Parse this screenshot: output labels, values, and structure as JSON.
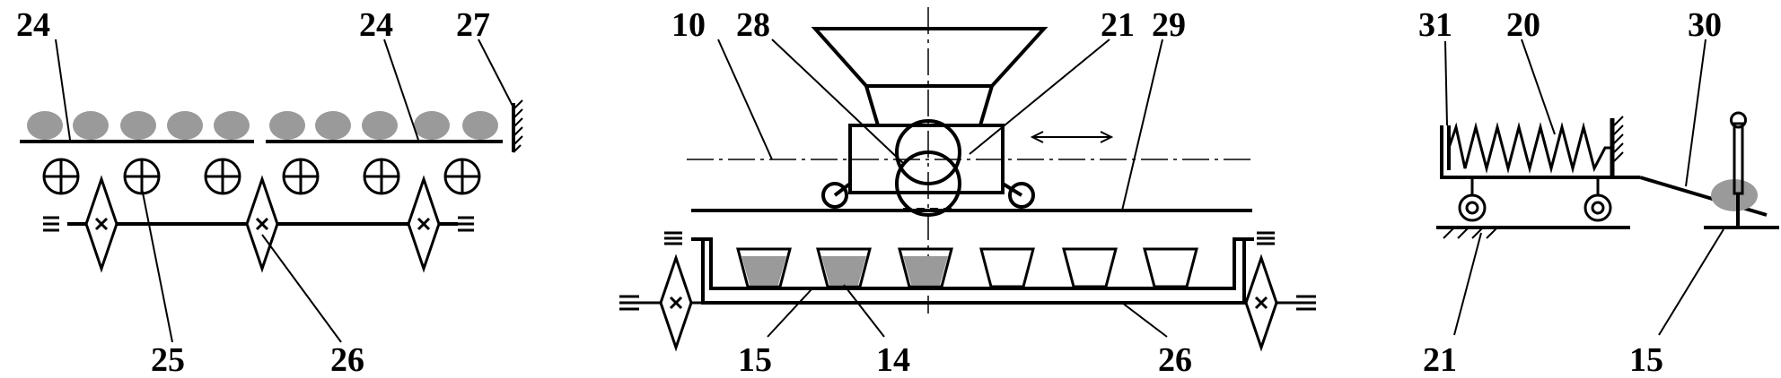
{
  "colors": {
    "line": "#000000",
    "fill": "#9a9a9a",
    "background": "#ffffff"
  },
  "labels": {
    "left_24a": "24",
    "left_24b": "24",
    "left_27": "27",
    "left_25": "25",
    "left_26": "26",
    "mid_10": "10",
    "mid_28": "28",
    "mid_21": "21",
    "mid_29": "29",
    "mid_15": "15",
    "mid_14": "14",
    "mid_26": "26",
    "right_31": "31",
    "right_20": "20",
    "right_30": "30",
    "right_21": "21",
    "right_15": "15"
  }
}
